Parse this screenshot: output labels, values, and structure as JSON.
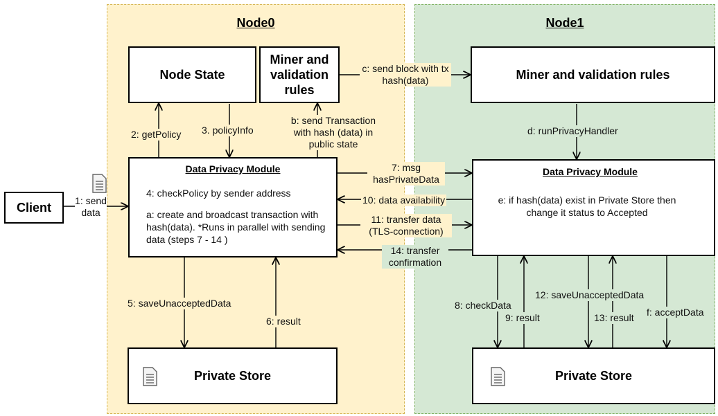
{
  "colors": {
    "node0_fill": "#fff2cc",
    "node0_border": "#d6b656",
    "node1_fill": "#d5e8d4",
    "node1_border": "#82b366"
  },
  "regions": {
    "node0_title": "Node0",
    "node1_title": "Node1"
  },
  "boxes": {
    "client": "Client",
    "node_state": "Node State",
    "miner_node0": "Miner and validation rules",
    "miner_node1": "Miner and validation rules",
    "dpm_node0_title": "Data Privacy Module",
    "dpm_node0_step4": "4: checkPolicy by sender address",
    "dpm_node0_stepa": "a: create and broadcast transaction with hash(data). *Runs in parallel with sending data (steps 7 - 14 )",
    "dpm_node1_title": "Data Privacy Module",
    "dpm_node1_stepe": "e: if hash(data) exist in Private Store then change it status to Accepted",
    "private_store_node0": "Private Store",
    "private_store_node1": "Private Store"
  },
  "edges": {
    "send_data": "1: send data",
    "get_policy": "2: getPolicy",
    "policy_info": "3. policyInfo",
    "send_transaction": "b: send Transaction with hash (data) in public state",
    "send_block": "c: send block with tx hash(data)",
    "run_privacy_handler": "d: runPrivacyHandler",
    "msg_has_private_data": "7: msg hasPrivateData",
    "data_availability": "10: data availability",
    "transfer_data": "11: transfer data (TLS-connection)",
    "transfer_confirmation": "14: transfer confirmation",
    "save_unaccepted_node0": "5: saveUnacceptedData",
    "result_node0": "6: result",
    "check_data": "8: checkData",
    "result_9": "9: result",
    "save_unaccepted_node1": "12: saveUnacceptedData",
    "result_13": "13: result",
    "accept_data": "f: acceptData"
  },
  "icons": {
    "client_doc": "document-icon",
    "store0_doc": "document-icon",
    "store1_doc": "document-icon"
  }
}
